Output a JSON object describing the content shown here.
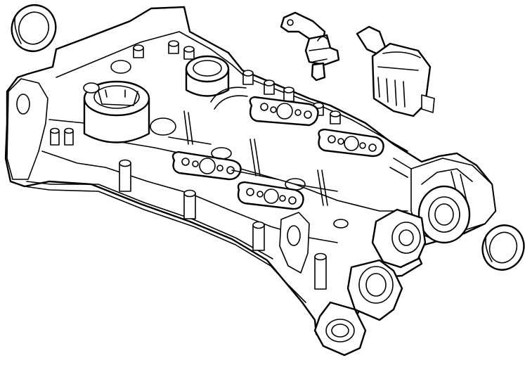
{
  "diagram": {
    "type": "parts-illustration",
    "colors": {
      "line": "#000000",
      "background": "#ffffff"
    },
    "parts": [
      {
        "id": "seal-ring-left",
        "icon": "o-ring-icon"
      },
      {
        "id": "seal-ring-right",
        "icon": "o-ring-icon"
      },
      {
        "id": "sensor-bracket",
        "icon": "sensor-icon"
      },
      {
        "id": "actuator",
        "icon": "connector-icon"
      },
      {
        "id": "valve-cover-assembly",
        "icon": "cover-icon"
      }
    ]
  }
}
